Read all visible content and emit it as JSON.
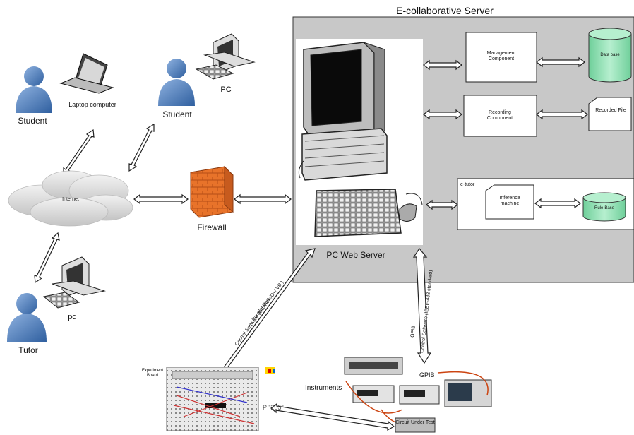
{
  "server": {
    "title": "E-collaborative Server",
    "web_server_label": "PC Web Server"
  },
  "components": {
    "management": "Management Component",
    "recording": "Recording Component",
    "database": "Data base",
    "recorded_file": "Recorded File",
    "etutor": "e-tutor",
    "inference": "Inference machine",
    "rulebase": "Rule-Base"
  },
  "network": {
    "internet": "Internet",
    "firewall": "Firewall"
  },
  "users": {
    "student1": "Student",
    "laptop": "Laptop computer",
    "student2": "Student",
    "pc1": "PC",
    "tutor": "Tutor",
    "pc2": "pc"
  },
  "lab": {
    "breadboard_title": "Experiment Board",
    "instruments": "Instruments",
    "gpib": "GPIB",
    "circuit": "Circuit Under Test",
    "port_label": "P \"205\"",
    "link_parallel_1": "Parallel Port",
    "link_parallel_2": "Control Software (LabView/C+/ VB )",
    "link_gpib_1": "GPIB",
    "link_gpib_2": "Control Software (IEEE-488 standard)"
  },
  "colors": {
    "server_bg": "#c8c8c8",
    "person": "#4f7fbf",
    "database": "#8fd9b0",
    "firewall": "#e8732a",
    "cloud": "#d9d9d9"
  }
}
